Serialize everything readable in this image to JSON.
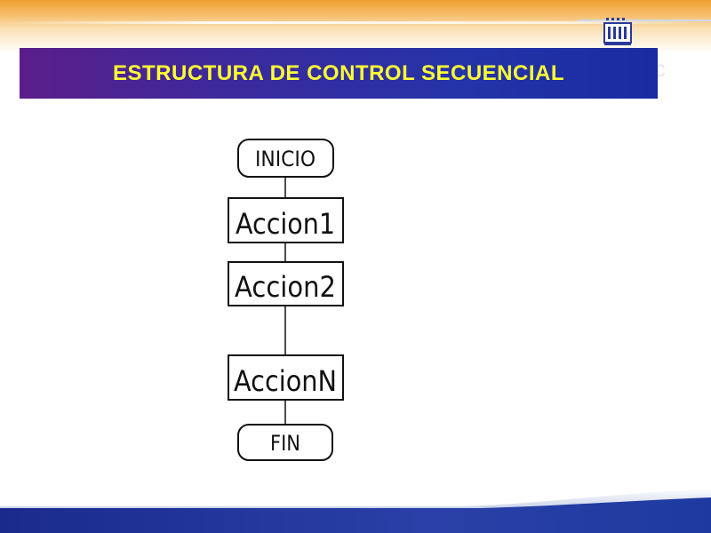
{
  "slide": {
    "title": "ESTRUCTURA DE CONTROL SECUENCIAL",
    "title_color": "#ffff33",
    "title_bar_color": "#2433a8",
    "logo_icon": "building-logo-icon"
  },
  "flowchart": {
    "start": "INICIO",
    "actions": [
      "Accion1",
      "Accion2",
      "AccionN"
    ],
    "end": "FIN"
  }
}
